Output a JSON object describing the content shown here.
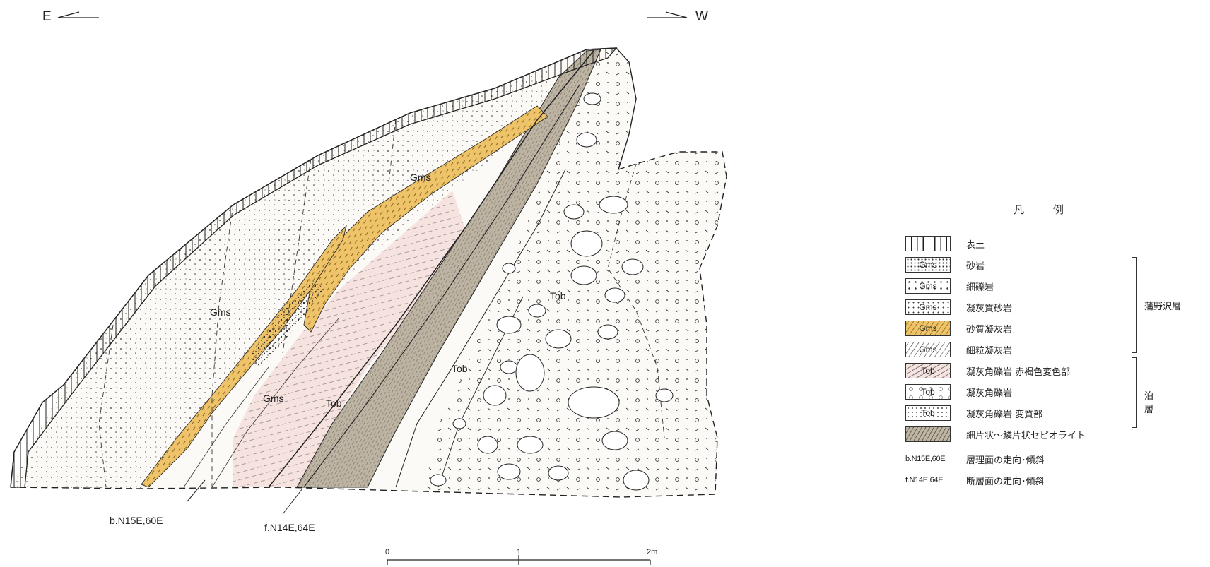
{
  "header": {
    "east_label": "E",
    "west_label": "W"
  },
  "figure": {
    "gms_labels": [
      "Gms",
      "Gms",
      "Gms"
    ],
    "tob_labels": [
      "Tob",
      "Tob",
      "Tob"
    ],
    "annotations": {
      "bedding": "b.N15E,60E",
      "fault": "f.N14E,64E"
    },
    "scale": {
      "ticks": [
        "0",
        "1",
        "2m"
      ]
    }
  },
  "legend": {
    "title": "凡 例",
    "items": [
      {
        "code": "",
        "label": "表土"
      },
      {
        "code": "Gms",
        "label": "砂岩"
      },
      {
        "code": "Gms",
        "label": "細礫岩"
      },
      {
        "code": "Gms",
        "label": "凝灰質砂岩"
      },
      {
        "code": "Gms",
        "label": "砂質凝灰岩"
      },
      {
        "code": "Gms",
        "label": "細粒凝灰岩"
      },
      {
        "code": "Tob",
        "label": "凝灰角礫岩 赤褐色変色部"
      },
      {
        "code": "Tob",
        "label": "凝灰角礫岩"
      },
      {
        "code": "Tob",
        "label": "凝灰角礫岩 変質部"
      },
      {
        "code": "",
        "label": "細片状～鱗片状セピオライト"
      }
    ],
    "code_rows": [
      {
        "code": "b.N15E,60E",
        "label": "層理面の走向･傾斜"
      },
      {
        "code": "f.N14E,64E",
        "label": "断層面の走向･傾斜"
      }
    ],
    "groups": [
      {
        "label": "蒲野沢層"
      },
      {
        "label": "泊 層"
      }
    ]
  },
  "colors": {
    "sand_tuff": "#eec36a",
    "reddish": "#f6e3e0",
    "sepiolite": "#bdb4a4",
    "outline": "#2a2a2a"
  }
}
